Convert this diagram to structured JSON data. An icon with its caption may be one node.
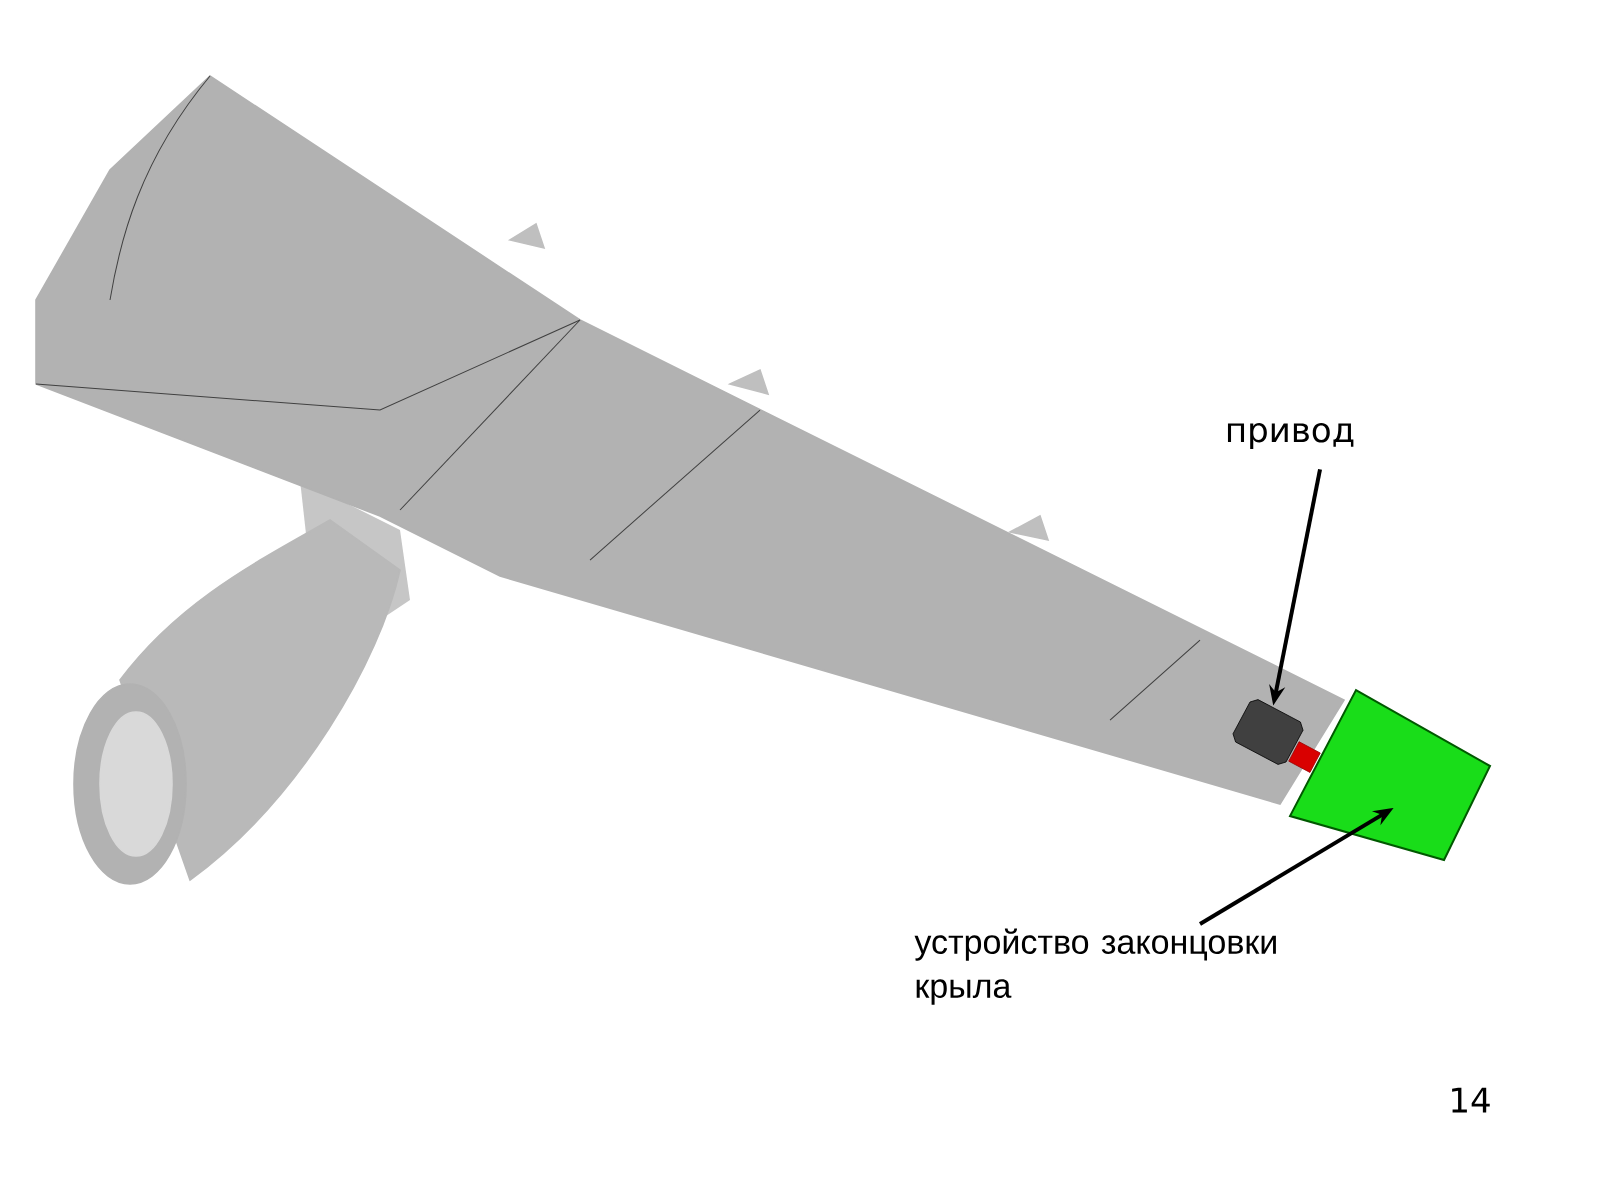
{
  "diagram": {
    "nodes": [
      {
        "text": [
          "привод"
        ]
      },
      {
        "text": [],
        "shape": "cylinder"
      },
      {
        "text": [
          "устройство законцовки крыла"
        ]
      },
      {
        "text": [],
        "shape": "box"
      }
    ],
    "edges": [
      {
        "from": 0,
        "to": 1,
        "arrow": "to"
      },
      {
        "from": 2,
        "to": 3,
        "arrow": "to"
      }
    ],
    "labels": [
      "14"
    ]
  }
}
